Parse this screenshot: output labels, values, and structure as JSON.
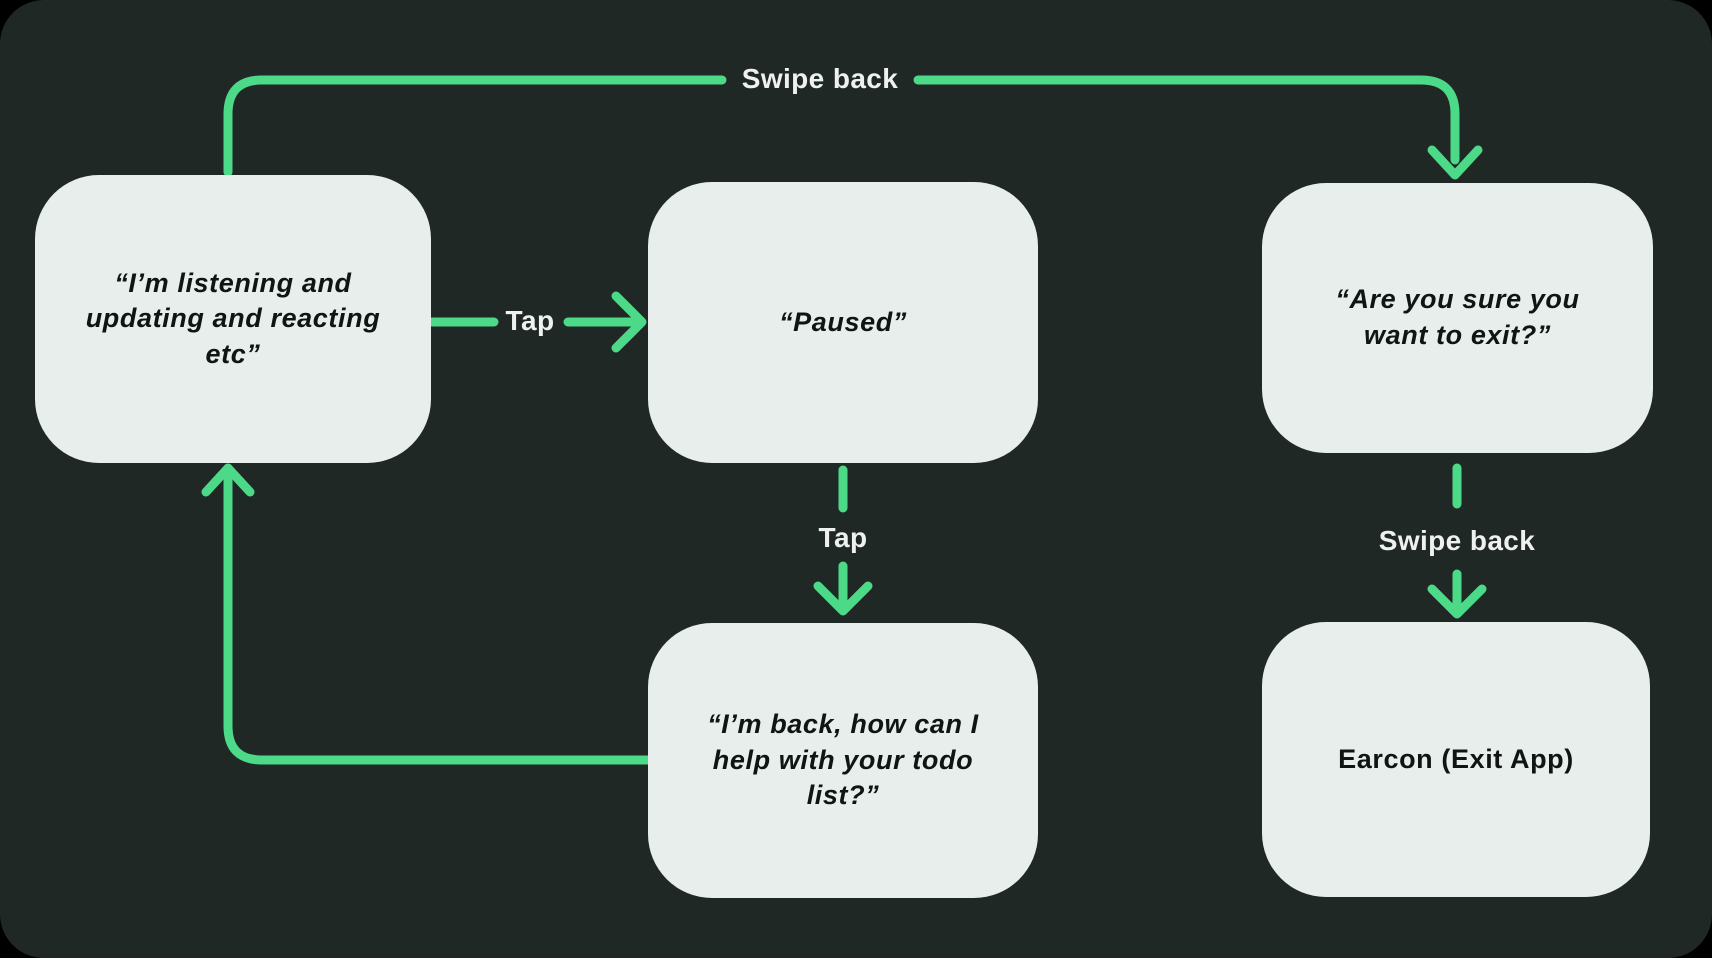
{
  "colors": {
    "background": "#000000",
    "panel": "#202826",
    "node_fill": "#e8eeec",
    "node_text": "#101513",
    "arrow": "#4cda89",
    "label_text": "#eef1f0"
  },
  "nodes": [
    {
      "id": "listening",
      "text": "“I’m listening and\nupdating and reacting\netc”"
    },
    {
      "id": "paused",
      "text": "“Paused”"
    },
    {
      "id": "exit-confirm",
      "text": "“Are you sure you\nwant to exit?”"
    },
    {
      "id": "back",
      "text": "“I’m back, how can I\nhelp with your todo\nlist?”"
    },
    {
      "id": "earcon",
      "text": "Earcon (Exit App)"
    }
  ],
  "edges": [
    {
      "id": "swipe-back-top",
      "label": "Swipe back",
      "from": "listening",
      "to": "exit-confirm",
      "gesture": "swipe"
    },
    {
      "id": "tap-right",
      "label": "Tap",
      "from": "listening",
      "to": "paused",
      "gesture": "tap"
    },
    {
      "id": "tap-down",
      "label": "Tap",
      "from": "paused",
      "to": "back",
      "gesture": "tap"
    },
    {
      "id": "swipe-back-right",
      "label": "Swipe back",
      "from": "exit-confirm",
      "to": "earcon",
      "gesture": "swipe"
    },
    {
      "id": "return-loop",
      "label": "",
      "from": "back",
      "to": "listening",
      "gesture": "auto"
    }
  ]
}
